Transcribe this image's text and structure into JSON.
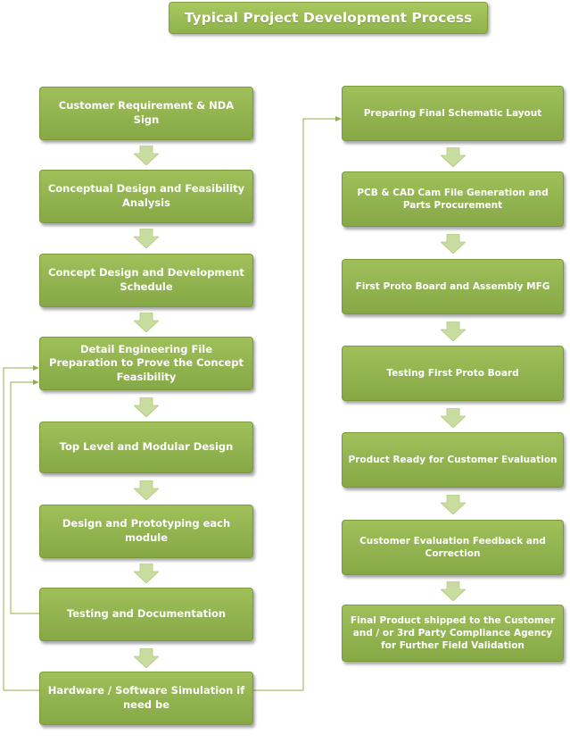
{
  "title": "Typical Project Development Process",
  "left_steps": [
    "Customer Requirement & NDA Sign",
    "Conceptual Design and Feasibility Analysis",
    "Concept Design and Development Schedule",
    "Detail Engineering File Preparation to Prove the Concept Feasibility",
    "Top Level and Modular Design",
    "Design and Prototyping  each module",
    "Testing and Documentation",
    "Hardware / Software Simulation if need be"
  ],
  "right_steps": [
    "Preparing Final Schematic Layout",
    "PCB & CAD Cam File Generation and Parts Procurement",
    "First Proto Board and Assembly MFG",
    "Testing First Proto Board",
    "Product Ready for Customer Evaluation",
    "Customer Evaluation Feedback and Correction",
    "Final Product  shipped to the Customer and / or 3rd Party Compliance Agency for Further Field Validation"
  ],
  "colors": {
    "box_fill": "#93b650",
    "box_border": "#7a9a3a",
    "arrow_fill": "#c9dca0",
    "connector_line": "#8fb24a"
  }
}
